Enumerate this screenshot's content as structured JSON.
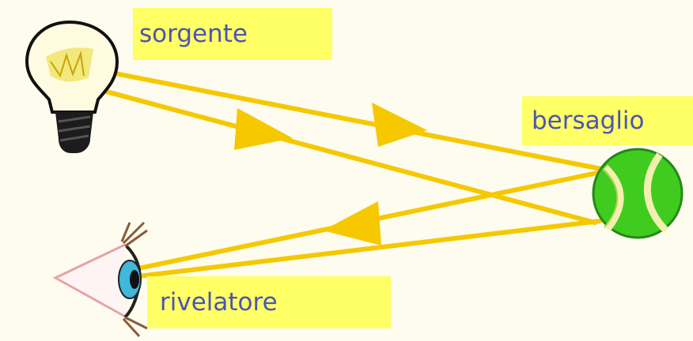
{
  "labels": {
    "source": "sorgente",
    "target": "bersaglio",
    "detector": "rivelatore"
  },
  "icons": {
    "source": "light-bulb-icon",
    "target": "tennis-ball-icon",
    "detector": "eye-icon"
  },
  "colors": {
    "background": "#fdfcee",
    "label_background": "#ffff66",
    "label_text": "#4a55b5",
    "ray": "#f5c800",
    "ball": "#3fcc1e",
    "ball_seam": "#f2efb0",
    "iris": "#3fb8d9"
  }
}
